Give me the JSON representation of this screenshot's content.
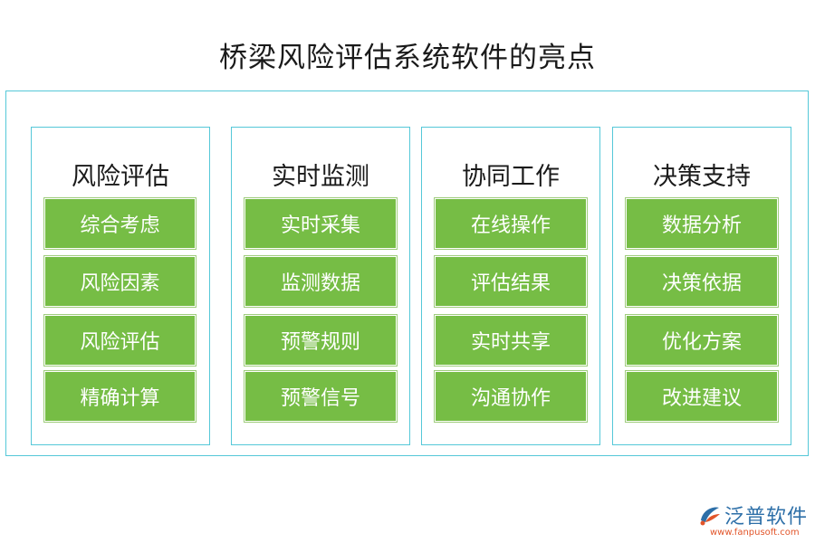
{
  "title": "桥梁风险评估系统软件的亮点",
  "columns": [
    {
      "heading": "风险评估",
      "items": [
        "综合考虑",
        "风险因素",
        "风险评估",
        "精确计算"
      ]
    },
    {
      "heading": "实时监测",
      "items": [
        "实时采集",
        "监测数据",
        "预警规则",
        "预警信号"
      ]
    },
    {
      "heading": "协同工作",
      "items": [
        "在线操作",
        "评估结果",
        "实时共享",
        "沟通协作"
      ]
    },
    {
      "heading": "决策支持",
      "items": [
        "数据分析",
        "决策依据",
        "优化方案",
        "改进建议"
      ]
    }
  ],
  "colors": {
    "border": "#55c8d8",
    "item_bg": "#76bd45",
    "item_text": "#ffffff"
  },
  "logo": {
    "name": "泛普软件",
    "url": "www.fanpusoft.com"
  }
}
